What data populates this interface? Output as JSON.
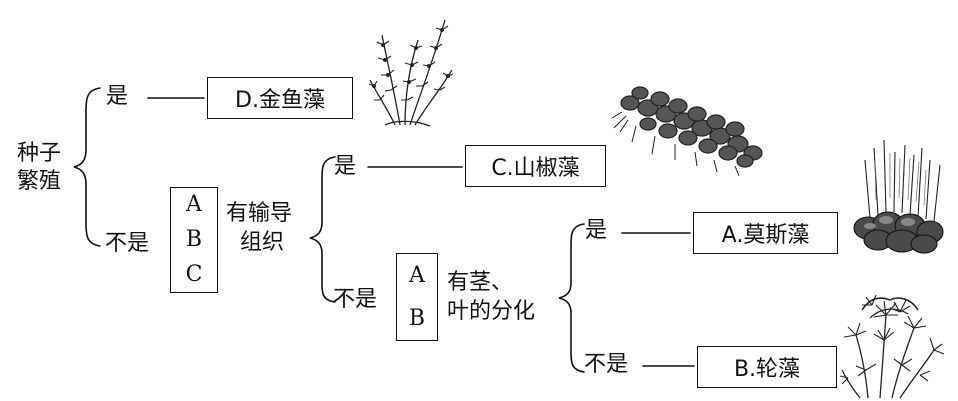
{
  "root": {
    "line1": "种子",
    "line2": "繁殖"
  },
  "level1": {
    "yes_label": "是",
    "no_label": "不是",
    "yes_result": "D.金鱼藻",
    "no_group": [
      "A",
      "B",
      "C"
    ]
  },
  "level2": {
    "criterion_line1": "有输导",
    "criterion_line2": "组织",
    "yes_label": "是",
    "no_label": "不是",
    "yes_result": "C.山椒藻",
    "no_group": [
      "A",
      "B"
    ]
  },
  "level3": {
    "criterion_line1": "有茎、",
    "criterion_line2": "叶的分化",
    "yes_label": "是",
    "no_label": "不是",
    "yes_result": "A.莫斯藻",
    "no_result": "B.轮藻"
  }
}
